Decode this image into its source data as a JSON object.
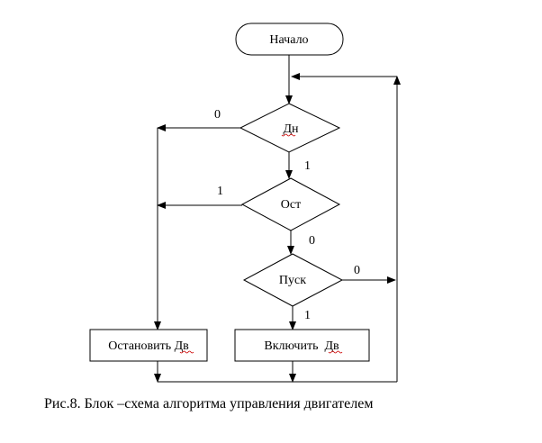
{
  "diagram": {
    "nodes": {
      "start": "Начало",
      "dn": "Дн",
      "ost": "Ост",
      "pusk": "Пуск",
      "stop_motor": "Остановить Дв",
      "start_motor": "Включить  Дв"
    },
    "edge_labels": {
      "dn_no": "0",
      "dn_yes": "1",
      "ost_yes": "1",
      "ost_no": "0",
      "pusk_no": "0",
      "pusk_yes": "1"
    }
  },
  "caption": "Рис.8. Блок –схема алгоритма управления двигателем"
}
